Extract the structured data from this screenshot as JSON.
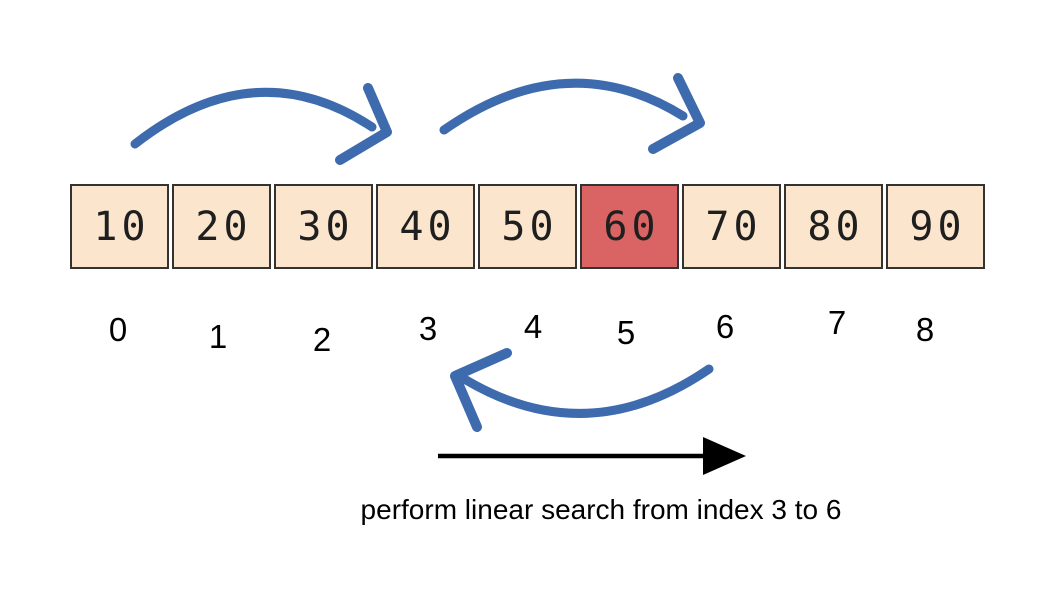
{
  "array": {
    "cells": [
      {
        "value": "10",
        "index": "0",
        "highlighted": false
      },
      {
        "value": "20",
        "index": "1",
        "highlighted": false
      },
      {
        "value": "30",
        "index": "2",
        "highlighted": false
      },
      {
        "value": "40",
        "index": "3",
        "highlighted": false
      },
      {
        "value": "50",
        "index": "4",
        "highlighted": false
      },
      {
        "value": "60",
        "index": "5",
        "highlighted": true
      },
      {
        "value": "70",
        "index": "6",
        "highlighted": false
      },
      {
        "value": "80",
        "index": "7",
        "highlighted": false
      },
      {
        "value": "90",
        "index": "8",
        "highlighted": false
      }
    ],
    "highlighted_index": "5"
  },
  "caption": "perform linear search from index 3 to 6",
  "arrows": [
    {
      "name": "curved-jump-arrow-1",
      "direction": "right",
      "from_index": "0",
      "to_index": "3",
      "color_key": "arrow_blue"
    },
    {
      "name": "curved-jump-arrow-2",
      "direction": "right",
      "from_index": "3",
      "to_index": "6",
      "color_key": "arrow_blue"
    },
    {
      "name": "curved-back-arrow",
      "direction": "left",
      "from_index": "6",
      "to_index": "3",
      "color_key": "arrow_blue"
    },
    {
      "name": "linear-search-range-arrow",
      "direction": "right",
      "from_index": "3",
      "to_index": "6",
      "color_key": "arrow_black"
    }
  ],
  "colors": {
    "cell_fill": "#FBE5CC",
    "cell_highlight_fill": "#D96463",
    "cell_border": "#333333",
    "arrow_blue": "#3E6BAD",
    "arrow_black": "#000000",
    "text_color": "#000000"
  }
}
